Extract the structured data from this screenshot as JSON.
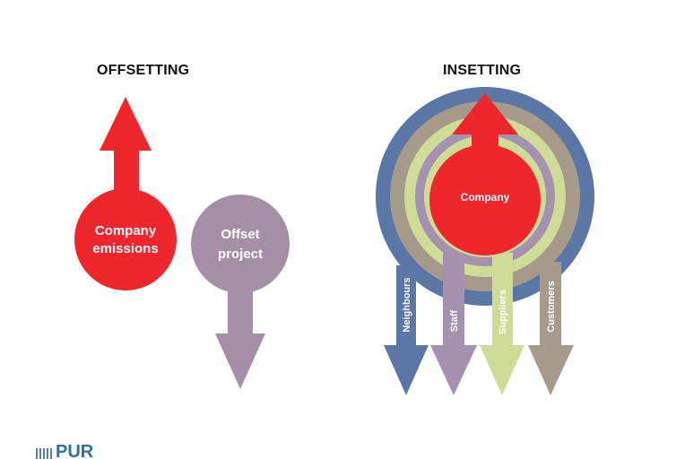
{
  "offsetting": {
    "title": "OFFSETTING",
    "company_label_line1": "Company",
    "company_label_line2": "emissions",
    "project_label_line1": "Offset",
    "project_label_line2": "project"
  },
  "insetting": {
    "title": "INSETTING",
    "company_label": "Company",
    "arrows": [
      "Neighbours",
      "Staff",
      "Suppliers",
      "Customers"
    ]
  },
  "footer": {
    "logo_text": "PUR"
  },
  "colors": {
    "red": "#f0262d",
    "purple": "#a48fa6",
    "blue": "#5b77a6",
    "taupe": "#a69a8a",
    "green": "#cfdc96",
    "lavender": "#a592b1"
  }
}
